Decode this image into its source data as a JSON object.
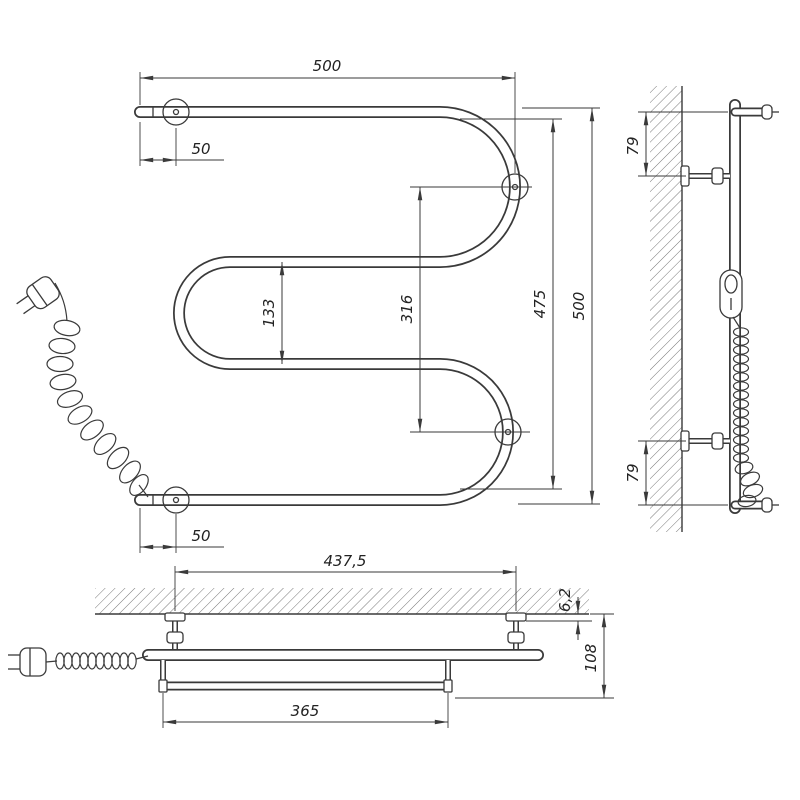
{
  "colors": {
    "ink": "#3a3a3a",
    "background": "#ffffff"
  },
  "front_view": {
    "dim_overall_width": "500",
    "dim_bracket_offset_top": "50",
    "dim_middle_gap": "133",
    "dim_bracket_span_vertical": "316",
    "dim_inner_height": "475",
    "dim_overall_height": "500",
    "dim_bracket_offset_bottom": "50"
  },
  "side_view": {
    "dim_bracket_offset_top": "79",
    "dim_bracket_offset_bottom": "79"
  },
  "bottom_view": {
    "dim_bracket_span": "437,5",
    "dim_rail_span": "365",
    "dim_wall_plate": "6,2",
    "dim_depth": "108"
  }
}
